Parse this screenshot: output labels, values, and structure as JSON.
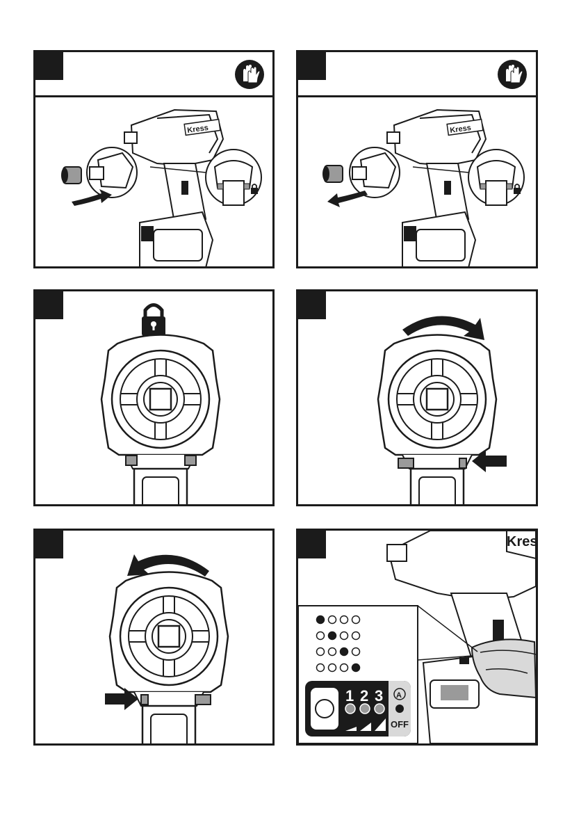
{
  "panels": [
    {
      "id": 1,
      "has_glove_icon": true,
      "action": "attach-socket",
      "arrow": "push-in",
      "lock_icon": true
    },
    {
      "id": 2,
      "has_glove_icon": true,
      "action": "remove-socket",
      "arrow": "pull-out",
      "lock_icon": true
    },
    {
      "id": 3,
      "action": "locked-head",
      "lock_icon": true
    },
    {
      "id": 4,
      "action": "rotate-clockwise",
      "arrow": "press-right-side"
    },
    {
      "id": 5,
      "action": "rotate-counterclockwise",
      "arrow": "press-left-side"
    },
    {
      "id": 6,
      "action": "speed-selection"
    }
  ],
  "brand_text": "Kress",
  "speed_panel": {
    "labels": [
      "1",
      "2",
      "3"
    ],
    "off_label": "OFF",
    "auto_label": "A",
    "indicator_rows": [
      [
        1,
        0,
        0,
        0
      ],
      [
        0,
        1,
        0,
        0
      ],
      [
        0,
        0,
        1,
        0
      ],
      [
        0,
        0,
        0,
        1
      ]
    ]
  },
  "colors": {
    "ink": "#1b1b1b",
    "gray": "#9a9a9a",
    "light_gray": "#d9d9d9"
  }
}
